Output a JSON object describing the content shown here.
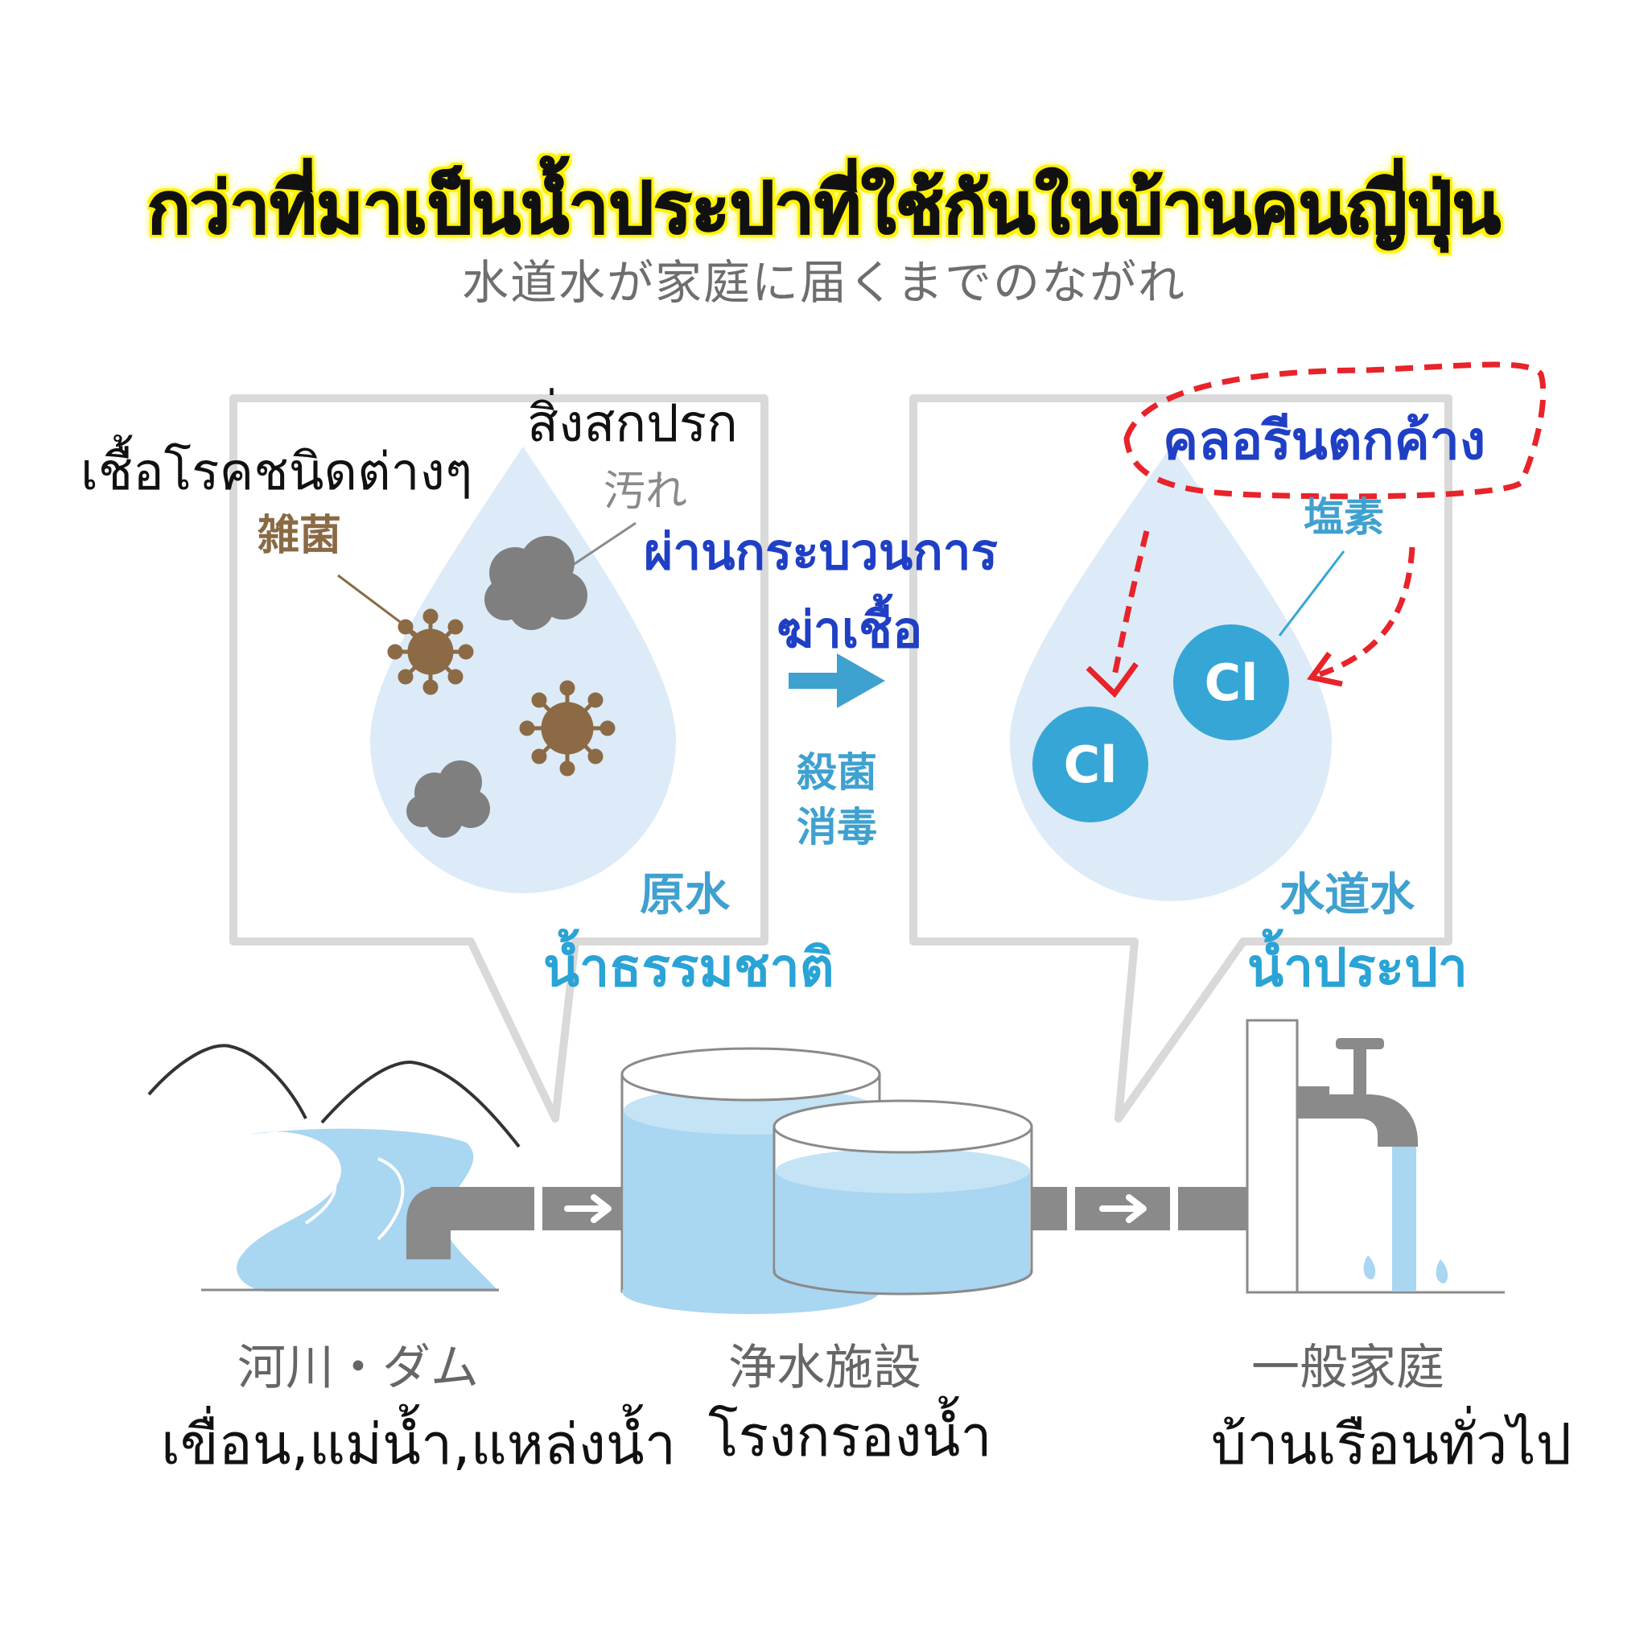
{
  "title": "กว่าที่มาเป็นน้ำประปาที่ใช้กันในบ้านคนญี่ปุ่น",
  "subtitle_jp": "水道水が家庭に届くまでのながれ",
  "left_panel": {
    "germs_th": "เชื้อโรคชนิดต่างๆ",
    "germs_jp": "雑菌",
    "dirt_th": "สิ่งสกปรก",
    "dirt_jp": "汚れ",
    "label_jp": "原水",
    "label_th": "น้ำธรรมชาติ"
  },
  "process": {
    "label_th_line1": "ผ่านกระบวนการ",
    "label_th_line2": "ฆ่าเชื้อ",
    "label_jp_line1": "殺菌",
    "label_jp_line2": "消毒"
  },
  "right_panel": {
    "chlorine_th": "คลอรีนตกค้าง",
    "chlorine_jp": "塩素",
    "cl_symbol": "Cl",
    "label_jp": "水道水",
    "label_th": "น้ำประปา"
  },
  "stages": [
    {
      "jp": "河川・ダム",
      "th": "เขื่อน,แม่น้ำ,แหล่งน้ำ"
    },
    {
      "jp": "浄水施設",
      "th": "โรงกรองน้ำ"
    },
    {
      "jp": "一般家庭",
      "th": "บ้านเรือนทั่วไป"
    }
  ],
  "colors": {
    "title_highlight": "#fff200",
    "drop_fill": "#dcebf7",
    "water_blue": "#a9d6f1",
    "pipe_gray": "#8a8a8a",
    "germ_brown": "#8b6a45",
    "dirt_gray": "#7f7f7f",
    "chlorine_blue": "#36a6d6",
    "annotation_red": "#e8232a",
    "thai_blue": "#1f3fc4",
    "thai_cyan": "#2aa3d6"
  }
}
